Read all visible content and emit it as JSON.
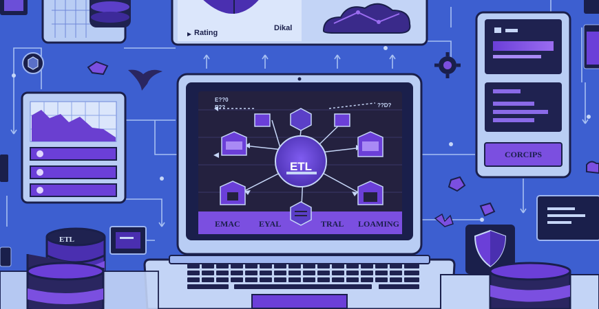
{
  "illustration": {
    "top_center_card_labels": [
      "Rating",
      "Dikal"
    ],
    "screen_tiny_labels": [
      "E??0",
      "E??",
      "??D?"
    ],
    "hub_label": "ETL",
    "bottom_bar_steps": [
      "EMAC",
      "EYAL",
      "TRAL",
      "LOAMING"
    ],
    "right_panel_button": "CORCIPS",
    "database_label": "ETL",
    "colors": {
      "background": "#3d5fd0",
      "screen_dark": "#24213f",
      "accent_purple": "#7b4fe0",
      "light_panel": "#b9cdf4",
      "navy_outline": "#1a1f4b"
    }
  }
}
